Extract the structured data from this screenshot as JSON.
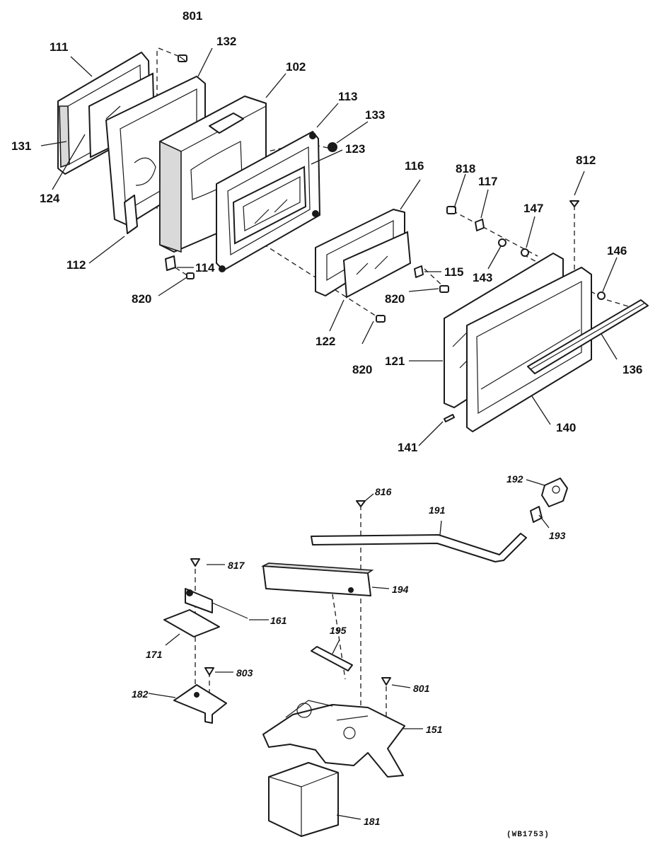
{
  "labels": {
    "p801a": "801",
    "p111": "111",
    "p132": "132",
    "p102": "102",
    "p113": "113",
    "p133": "133",
    "p123": "123",
    "p131": "131",
    "p124": "124",
    "p112": "112",
    "p114": "114",
    "p820a": "820",
    "p116": "116",
    "p115": "115",
    "p820b": "820",
    "p122": "122",
    "p820c": "820",
    "p818": "818",
    "p117": "117",
    "p812": "812",
    "p147": "147",
    "p143": "143",
    "p146": "146",
    "p121": "121",
    "p136": "136",
    "p140": "140",
    "p141": "141",
    "p192": "192",
    "p816": "816",
    "p191": "191",
    "p193": "193",
    "p817": "817",
    "p194": "194",
    "p161": "161",
    "p171": "171",
    "p195": "195",
    "p803": "803",
    "p801b": "801",
    "p182": "182",
    "p151": "151",
    "p181": "181"
  },
  "diagram_code": "(WB1753)",
  "colors": {
    "ink": "#1a1a1a",
    "paper": "#ffffff"
  }
}
